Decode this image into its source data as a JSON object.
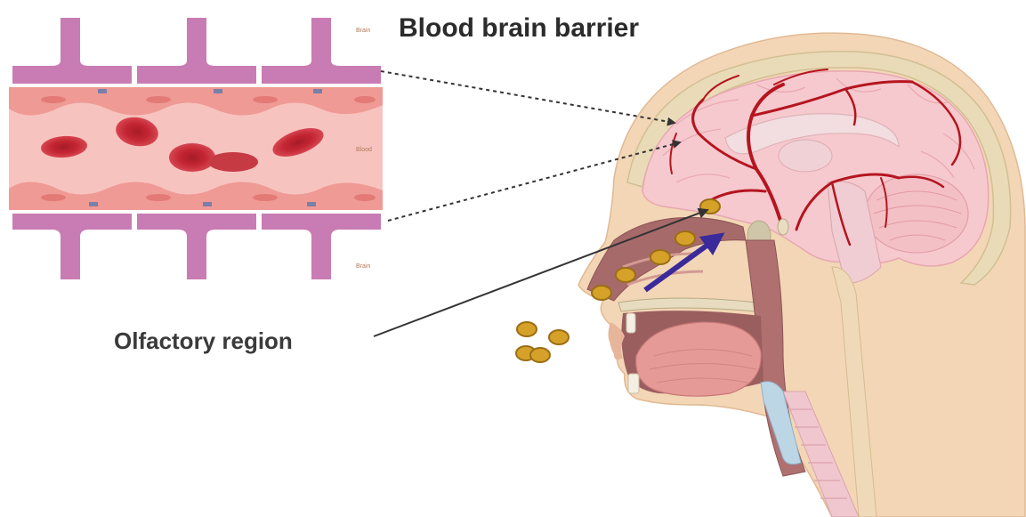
{
  "diagram": {
    "title": "Blood brain barrier",
    "inset_labels": {
      "top": "Brain",
      "middle": "Blood",
      "bottom": "Brain"
    },
    "callout": "Olfactory region"
  },
  "colors": {
    "endothelium": "#c97cb3",
    "vessel": "#f7c3bf",
    "rbc": "#c0212e",
    "skin": "#f3d6b6",
    "brain": "#f6c9cf",
    "artery": "#b5151f",
    "particle": "#d6a128",
    "arrow": "#3a2a9a",
    "dashed": "#333333"
  }
}
